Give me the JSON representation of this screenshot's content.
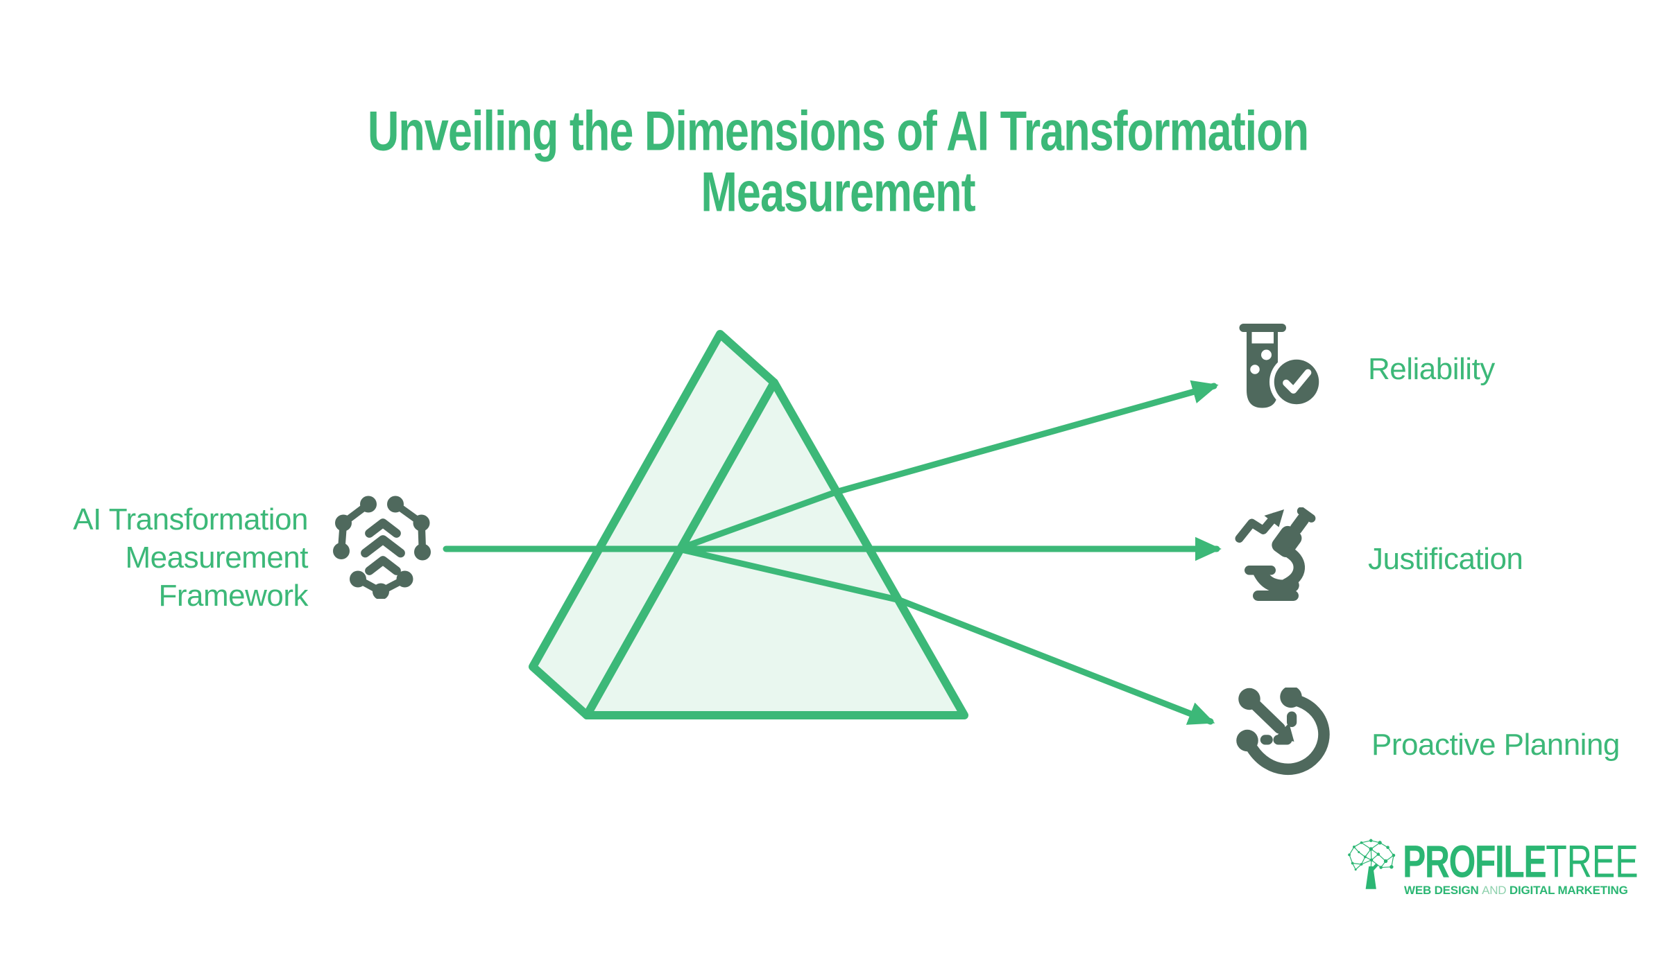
{
  "title": {
    "text": "Unveiling the Dimensions of AI Transformation Measurement",
    "lines": [
      "Unveiling the Dimensions of AI Transformation",
      "Measurement"
    ]
  },
  "source": {
    "text": "AI Transformation Measurement Framework",
    "lines": [
      "AI Transformation",
      "Measurement",
      "Framework"
    ],
    "icon": "network-chevrons-icon"
  },
  "outputs": [
    {
      "label": "Reliability",
      "icon": "test-tube-check-icon"
    },
    {
      "label": "Justification",
      "icon": "microscope-trend-icon"
    },
    {
      "label": "Proactive Planning",
      "icon": "branch-arrow-icon"
    }
  ],
  "logo": {
    "brand_primary": "PROFILE",
    "brand_secondary": "TREE",
    "tagline": [
      "WEB DESIGN",
      "AND",
      "DIGITAL MARKETING"
    ],
    "icon": "tree-network-icon"
  },
  "colors": {
    "accent": "#3cb878",
    "prism-fill": "#e9f7ef",
    "icon-dark": "#4f695d",
    "logo-green": "#2bb673",
    "tagline-and": "#8ed1ad"
  }
}
